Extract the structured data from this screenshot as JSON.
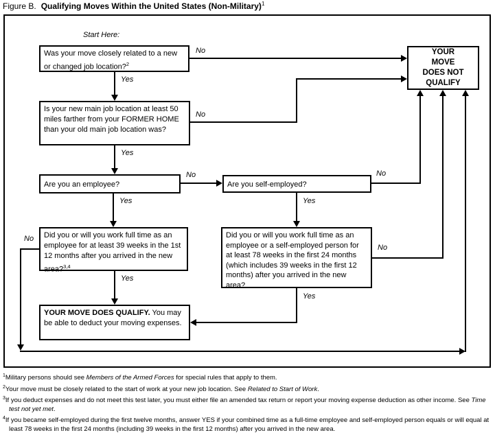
{
  "title": {
    "prefix": "Figure B.",
    "main": "Qualifying Moves Within the United States (Non-Military)",
    "sup": "1"
  },
  "diagram": {
    "start_label": "Start Here:",
    "labels": {
      "yes": "Yes",
      "no": "No"
    },
    "nodes": {
      "q1": {
        "text": "Was your move closely related to a new or changed job location?",
        "sup": "2"
      },
      "q2": {
        "text": "Is your new main job location at least 50 miles farther from your FORMER HOME than your old main job location was?"
      },
      "q3": {
        "text": "Are you an employee?"
      },
      "q4": {
        "text": "Are you self-employed?"
      },
      "q5": {
        "text": "Did you or will you work full time as an employee for at least 39 weeks in the 1st 12 months after you arrived in the new area?",
        "sup": "3,4"
      },
      "q6": {
        "text": "Did you or will you work full time as an employee or a self-employed person for at least 78 weeks in the first 24 months (which includes 39 weeks in the first 12 months) after you arrived in the new area?"
      },
      "qualify": {
        "heading": "YOUR MOVE DOES QUALIFY.",
        "body": "You may be able to deduct your moving expenses."
      },
      "not_qualify": {
        "text": "YOUR\nMOVE\nDOES NOT\nQUALIFY"
      }
    }
  },
  "footnotes": [
    {
      "marker": "1",
      "pre": "Military persons should see ",
      "em": "Members of the Armed Forces",
      "post": " for special rules that apply to them."
    },
    {
      "marker": "2",
      "pre": "Your move must be closely related to the start of work at your new job location. See ",
      "em": "Related to Start of Work",
      "post": "."
    },
    {
      "marker": "3",
      "pre": "If you deduct expenses and do not meet this test later, you must either file an amended tax return or report your moving expense deduction as other income. See ",
      "em": "Time test not yet met",
      "post": "."
    },
    {
      "marker": "4",
      "pre": "If you became self-employed during the first twelve months, answer YES if your combined time as a full-time employee and self-employed person equals or will equal at least 78 weeks in the first 24 months (including 39 weeks in the first 12 months) after you arrived in the new area.",
      "em": "",
      "post": ""
    }
  ],
  "colors": {
    "ink": "#000000",
    "background": "#ffffff"
  }
}
